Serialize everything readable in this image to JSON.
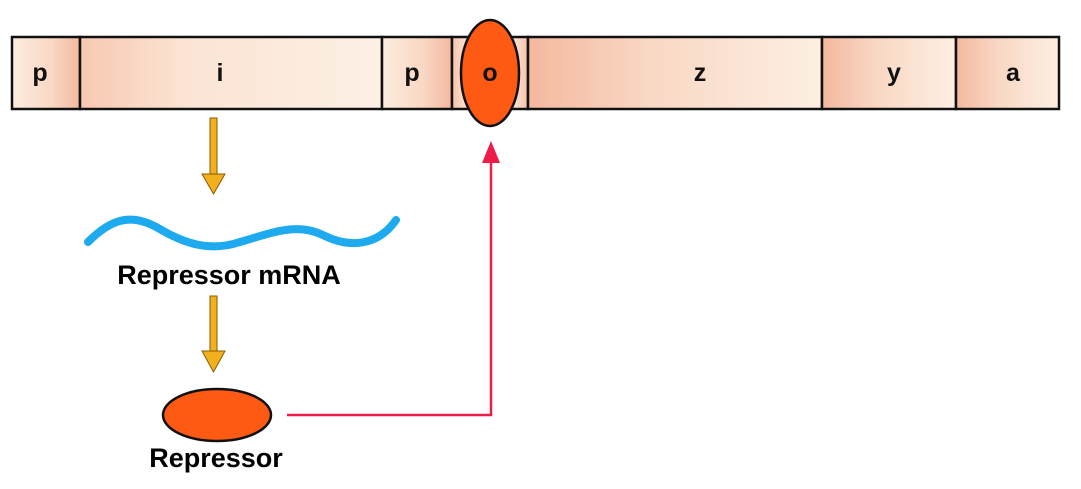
{
  "operon": {
    "segments": [
      {
        "key": "p_repressor",
        "label": "p"
      },
      {
        "key": "i",
        "label": "i"
      },
      {
        "key": "p",
        "label": "p"
      },
      {
        "key": "o",
        "label": "o"
      },
      {
        "key": "z",
        "label": "z"
      },
      {
        "key": "y",
        "label": "y"
      },
      {
        "key": "a",
        "label": "a"
      }
    ]
  },
  "captions": {
    "mrna": "Repressor mRNA",
    "repressor": "Repressor"
  },
  "colors": {
    "segment_fill_light": "#fdf0e4",
    "segment_fill_dark": "#f6c0a8",
    "segment_border": "#111111",
    "repressor_fill": "#ff5a14",
    "mrna_color": "#1eaaee",
    "gold_arrow": "#f2b01e",
    "binding_arrow": "#ee1c48"
  }
}
